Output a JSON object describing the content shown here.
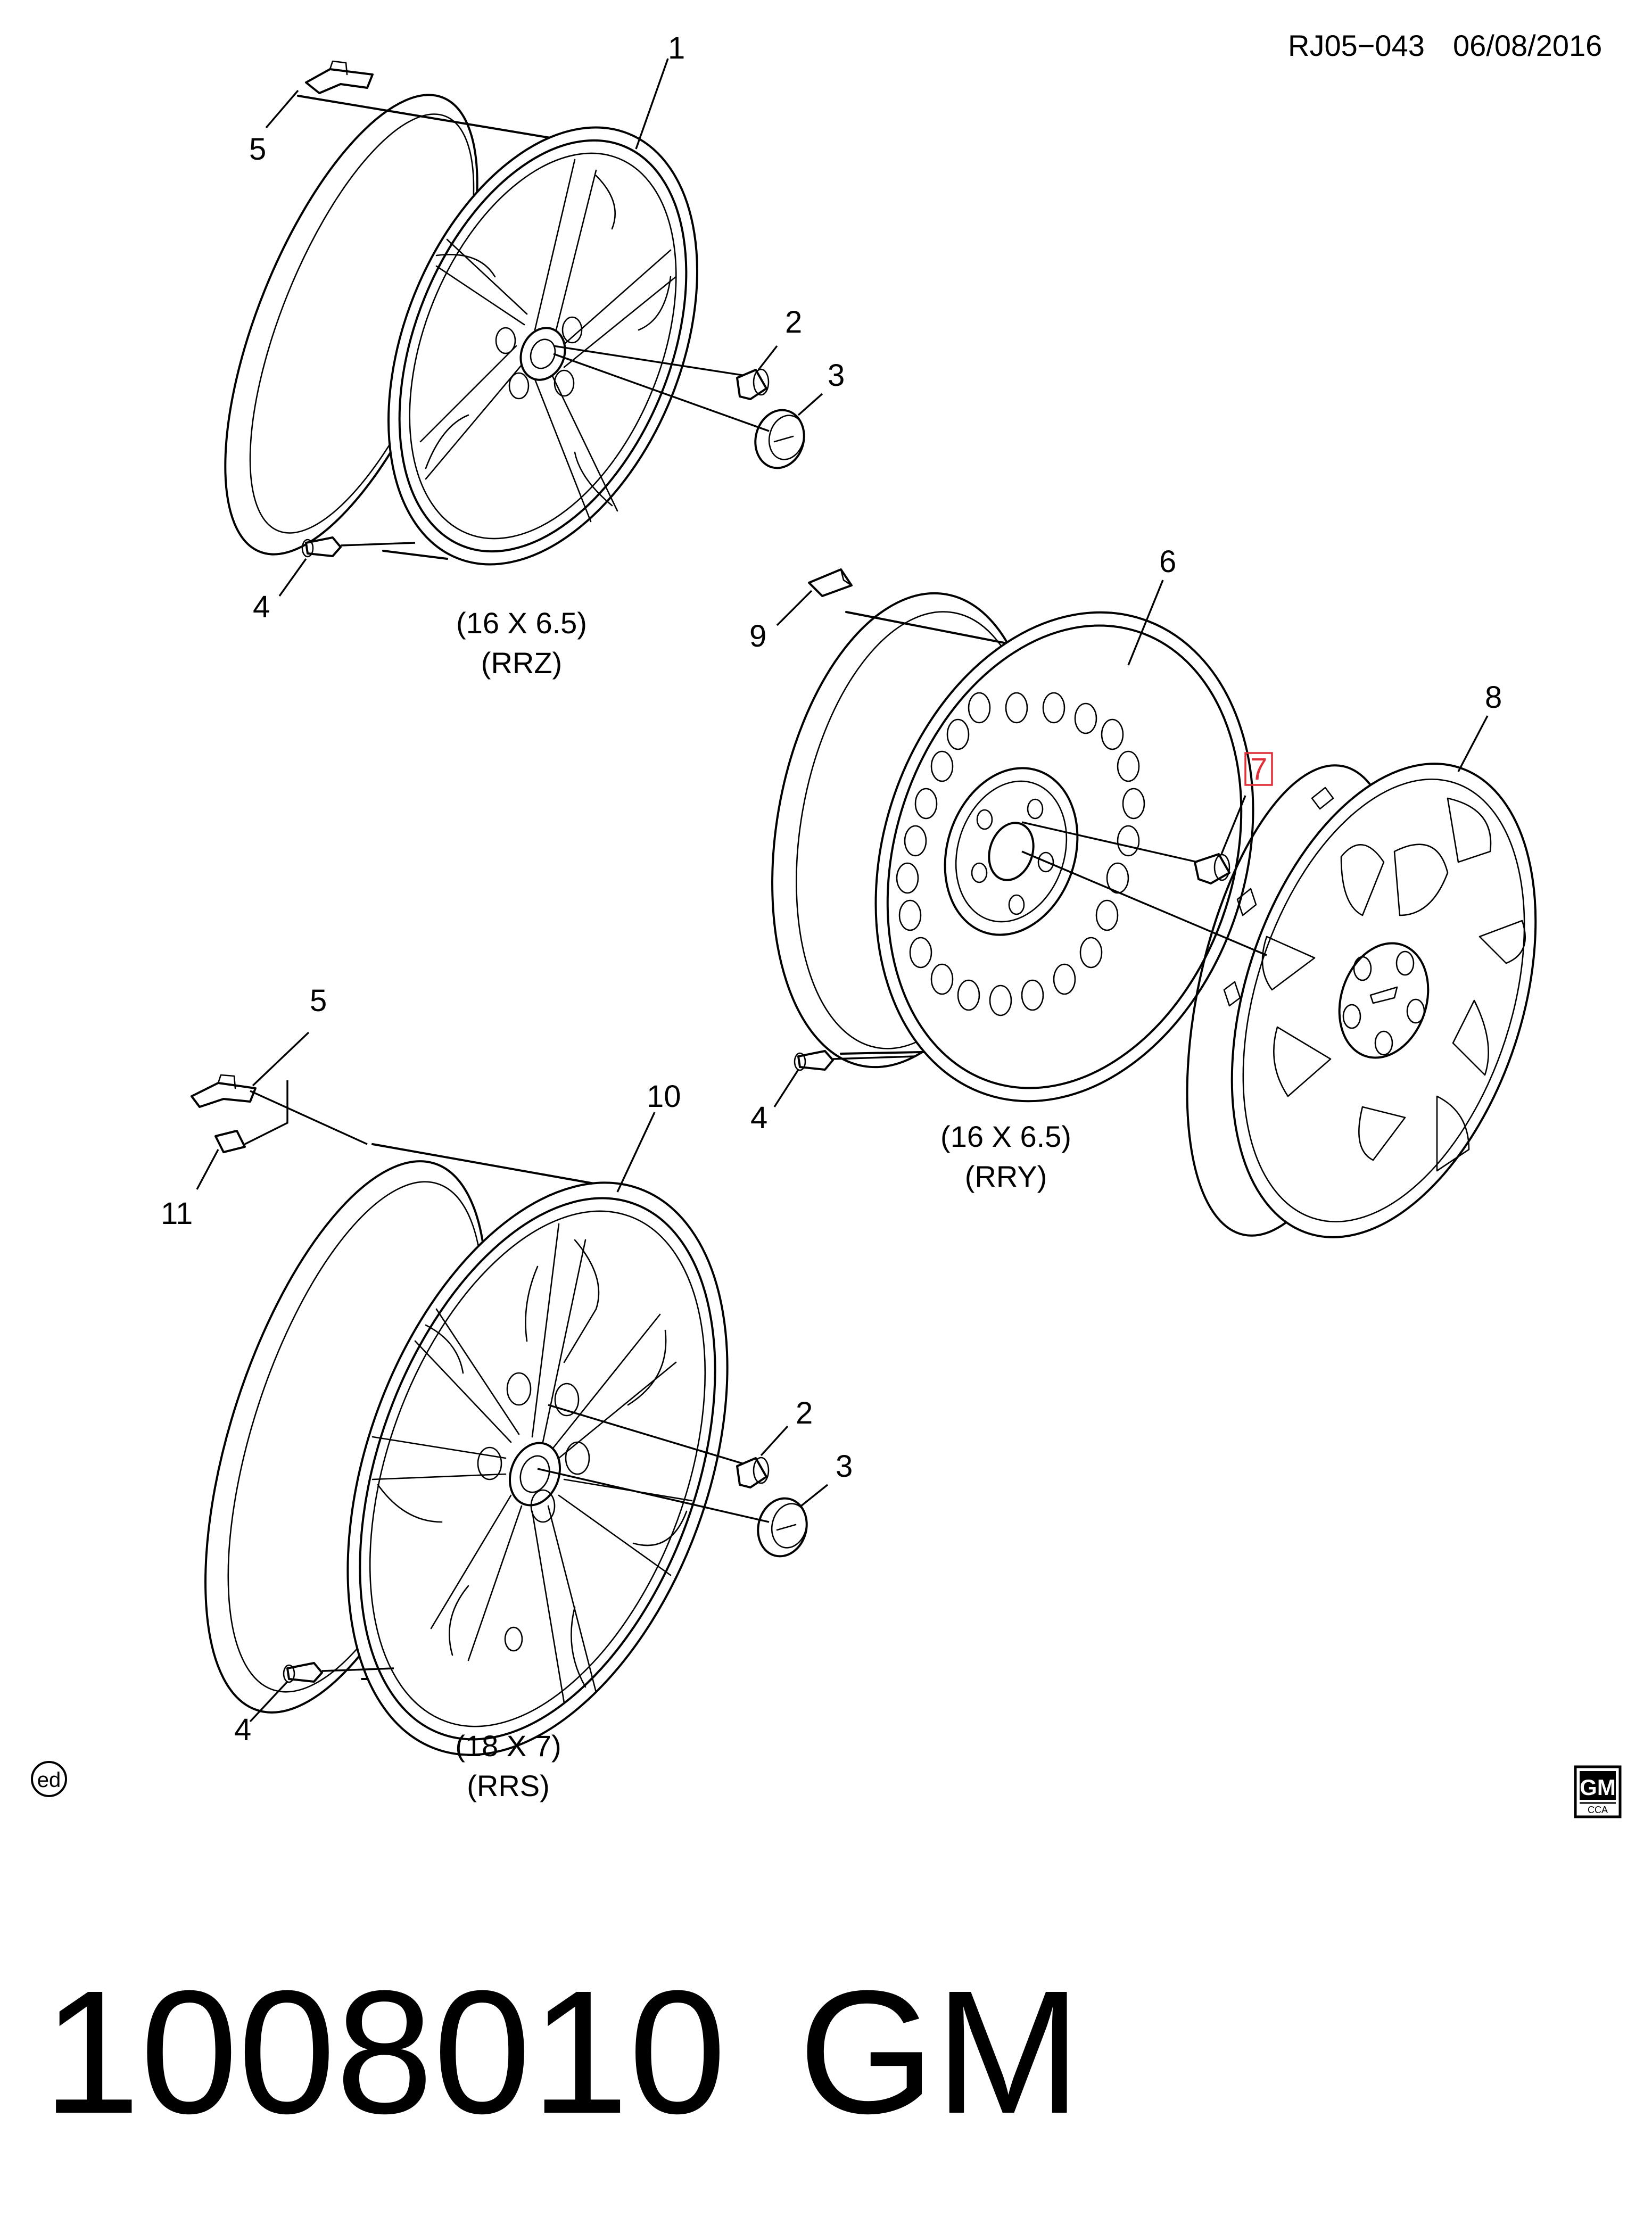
{
  "header": {
    "code": "RJ05−043",
    "date": "06/08/2016"
  },
  "callouts": {
    "c1": "1",
    "c2a": "2",
    "c3a": "3",
    "c4a": "4",
    "c5a": "5",
    "c6": "6",
    "c7": "7",
    "c8": "8",
    "c9": "9",
    "c4b": "4",
    "c5b": "5",
    "c10": "10",
    "c11": "11",
    "c2b": "2",
    "c3b": "3",
    "c4c": "4"
  },
  "wheels": {
    "rrz": {
      "size": "(16 X 6.5)",
      "code": "(RRZ)"
    },
    "rry": {
      "size": "(16 X 6.5)",
      "code": "(RRY)"
    },
    "rrs": {
      "size": "(18 X 7)",
      "code": "(RRS)"
    }
  },
  "marks": {
    "ed": "ed",
    "gm_logo": "GM",
    "gm_logo_sub": "CCA"
  },
  "footer": {
    "part_number": "1008010",
    "brand": "GM"
  },
  "colors": {
    "highlight": "#e0303a",
    "line": "#000000",
    "background": "#ffffff"
  }
}
